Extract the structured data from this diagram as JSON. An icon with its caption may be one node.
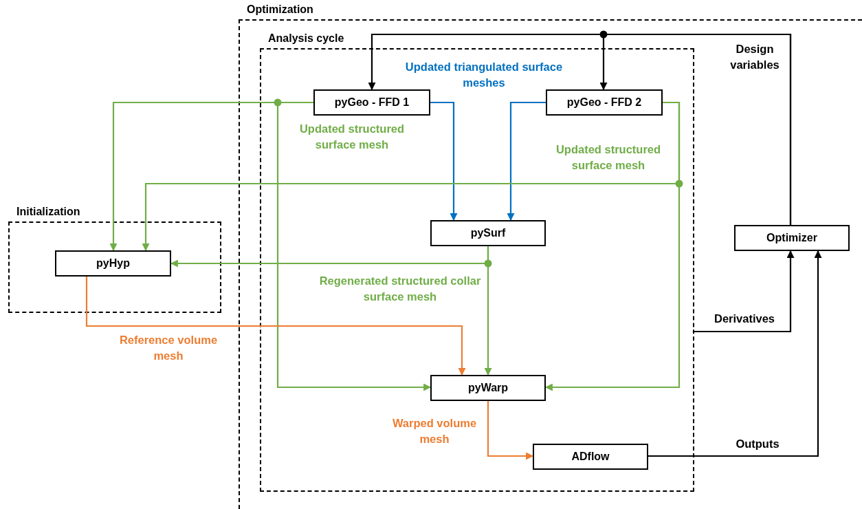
{
  "diagram": {
    "nodes": [
      {
        "text": [
          "Optimization"
        ]
      },
      {
        "text": [
          "Analysis cycle"
        ],
        "in": 0
      },
      {
        "text": [
          "Initialization"
        ]
      },
      {
        "text": [
          "pyGeo - FFD 1"
        ],
        "in": 1
      },
      {
        "text": [
          "pyGeo - FFD 2"
        ],
        "in": 1
      },
      {
        "text": [
          "pySurf"
        ],
        "in": 1
      },
      {
        "text": [
          "pyHyp"
        ],
        "in": 2
      },
      {
        "text": [
          "pyWarp"
        ],
        "in": 1
      },
      {
        "text": [
          "ADflow"
        ],
        "in": 1
      },
      {
        "text": [
          "Optimizer"
        ],
        "in": 0
      }
    ],
    "edges": [
      {
        "from": 9,
        "to": 3,
        "arrow": "to",
        "label": "Design variables",
        "color": "#000000"
      },
      {
        "from": 9,
        "to": 4,
        "arrow": "to",
        "color": "#000000"
      },
      {
        "from": 3,
        "to": 5,
        "arrow": "to",
        "label": "Updated triangulated surface meshes",
        "color": "#0070c0"
      },
      {
        "from": 4,
        "to": 5,
        "arrow": "to",
        "color": "#0070c0"
      },
      {
        "from": 3,
        "to": 6,
        "arrow": "to",
        "label": "Updated structured surface mesh"
      },
      {
        "from": 3,
        "to": 7,
        "arrow": "to"
      },
      {
        "from": 4,
        "to": 6,
        "arrow": "to",
        "label": "Updated structured surface mesh"
      },
      {
        "from": 4,
        "to": 7,
        "arrow": "to"
      },
      {
        "from": 5,
        "to": 6,
        "arrow": "to",
        "label": "Regenerated structured collar surface mesh"
      },
      {
        "from": 5,
        "to": 7,
        "arrow": "to"
      },
      {
        "from": 6,
        "to": 7,
        "arrow": "to",
        "label": "Reference volume mesh",
        "color": "#ed7d31"
      },
      {
        "from": 7,
        "to": 8,
        "arrow": "to",
        "label": "Warped volume mesh",
        "color": "#ed7d31"
      },
      {
        "from": 8,
        "to": 9,
        "arrow": "to",
        "label": "Outputs",
        "color": "#000000"
      },
      {
        "from": 1,
        "to": 9,
        "arrow": "to",
        "label": "Derivatives",
        "color": "#000000"
      }
    ]
  }
}
